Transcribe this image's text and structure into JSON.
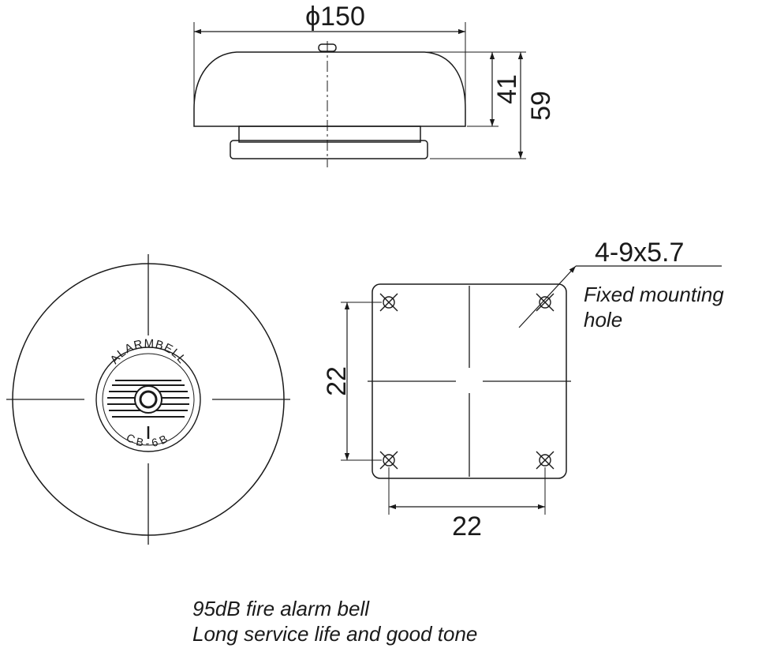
{
  "dimensions": {
    "diameter": "ϕ150",
    "height_dome": "41",
    "height_total": "59",
    "hole_spacing_vertical": "22",
    "hole_spacing_horizontal": "22",
    "hole_spec": "4-9x5.7"
  },
  "annotation": {
    "hole_note_line1": "Fixed mounting",
    "hole_note_line2": "hole"
  },
  "nameplate": {
    "arc_text": "ALARMBELL",
    "model_text": "CB-6B"
  },
  "caption": {
    "line1": "95dB fire alarm bell",
    "line2": "Long service life and good tone"
  }
}
